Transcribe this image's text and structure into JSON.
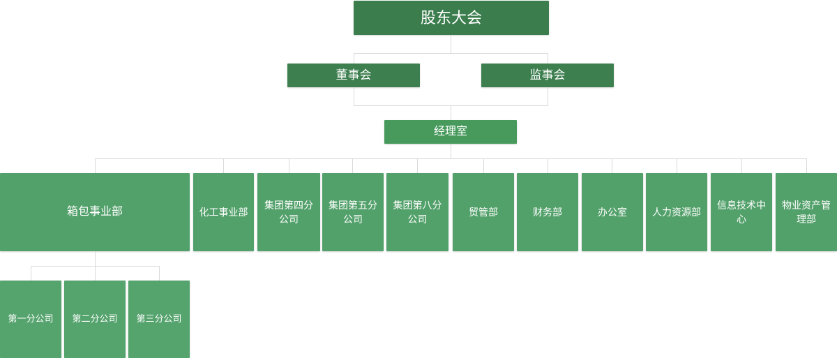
{
  "chart_title": "",
  "colors": {
    "tier_top": "#3b7d4d",
    "tier_second": "#3d7f4f",
    "tier_third": "#479a5c",
    "tier_department": "#52a06a",
    "tier_subsidiary": "#55a36d",
    "connector": "#d9d9d9",
    "background": "#ffffff",
    "text": "#ffffff"
  },
  "nodes": {
    "shareholders_meeting": "股东大会",
    "board_of_directors": "董事会",
    "board_of_supervisors": "监事会",
    "managers_office": "经理室"
  },
  "departments": [
    {
      "label": "箱包事业部"
    },
    {
      "label": "化工事业部"
    },
    {
      "label": "集团第四分公司"
    },
    {
      "label": "集团第五分公司"
    },
    {
      "label": "集团第八分公司"
    },
    {
      "label": "贸管部"
    },
    {
      "label": "财务部"
    },
    {
      "label": "办公室"
    },
    {
      "label": "人力资源部"
    },
    {
      "label": "信息技术中心"
    },
    {
      "label": "物业资产管理部"
    }
  ],
  "subsidiaries": [
    {
      "label": "第一分公司"
    },
    {
      "label": "第二分公司"
    },
    {
      "label": "第三分公司"
    }
  ]
}
